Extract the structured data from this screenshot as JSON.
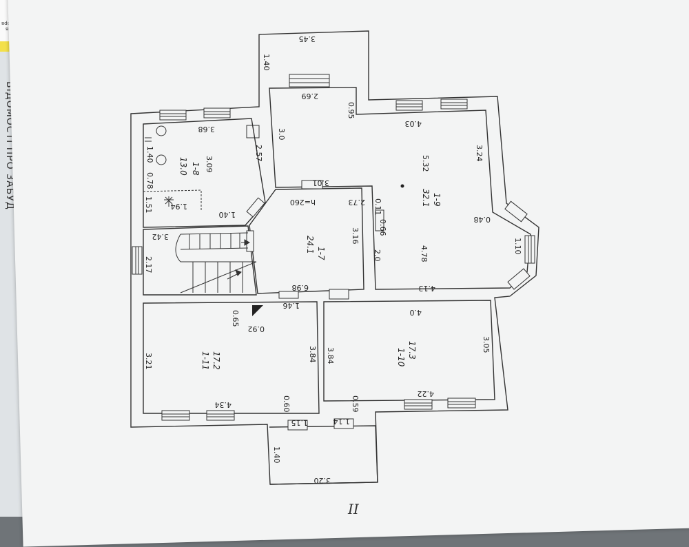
{
  "side_document": {
    "label_text": "ВІДОМОСТІ ПРО ЗАБУД",
    "tab_lines": [
      "оечйв",
      "офеорв"
    ]
  },
  "plan": {
    "sheet_number": "II",
    "balcony_top": {
      "width": "3.45",
      "depth": "1.40",
      "inner_width": "2.69"
    },
    "balcony_bottom": {
      "width": "3.20",
      "depth": "1.40"
    },
    "rooms": {
      "bathroom": {
        "id": "1-8",
        "area": "13.0",
        "dims": [
          "3.68",
          "3.09",
          "2.57",
          "1.51",
          "1.94",
          "1.40",
          "0.78",
          "1.40"
        ]
      },
      "stair": {
        "dims": [
          "3.42",
          "2.17"
        ]
      },
      "hall": {
        "id": "1-7",
        "area": "24.1",
        "dims": [
          "2.73",
          "h=260",
          "3.16",
          "6.98",
          "1.46",
          "3.01"
        ]
      },
      "living": {
        "id": "1-9",
        "area": "32.1",
        "dims": [
          "5.32",
          "3.24",
          "4.03",
          "0.95",
          "3.0",
          "0.48",
          "1.10",
          "4.13",
          "4.78",
          "0.66",
          "0.11",
          "2.0"
        ]
      },
      "bedroom_left": {
        "id": "1-11",
        "area": "17.2",
        "dims": [
          "3.21",
          "3.84",
          "4.34",
          "0.60",
          "1.15",
          "0.65",
          "0.92"
        ]
      },
      "bedroom_right": {
        "id": "1-10",
        "area": "17.3",
        "dims": [
          "4.0",
          "3.05",
          "3.84",
          "4.22",
          "0.59",
          "1.14"
        ]
      }
    }
  }
}
